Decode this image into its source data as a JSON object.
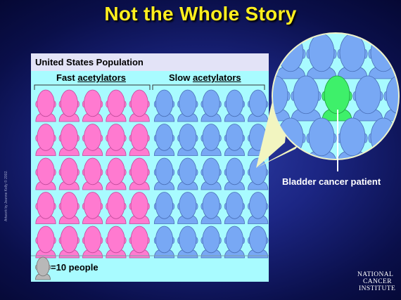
{
  "title": "Not the Whole Story",
  "panel": {
    "title": "United States Population",
    "fast_group": {
      "prefix": "Fast ",
      "word": "acetylators",
      "count": 5
    },
    "slow_group": {
      "prefix": "Slow ",
      "word": "acetylators",
      "count": 5
    },
    "rows": 5,
    "legend_text": "=10 people"
  },
  "callout": {
    "label": "Bladder cancer patient"
  },
  "credit": "Artwork by Jeanne Kelly © 2002.",
  "logo": {
    "line1": "NATIONAL",
    "line2": "CANCER",
    "line3": "INSTITUTE"
  },
  "colors": {
    "fast": "#ff7ad0",
    "slow": "#78a8f4",
    "highlight": "#3ef06a",
    "panel_bg": "#a8fbff",
    "title": "#ffef1e"
  }
}
